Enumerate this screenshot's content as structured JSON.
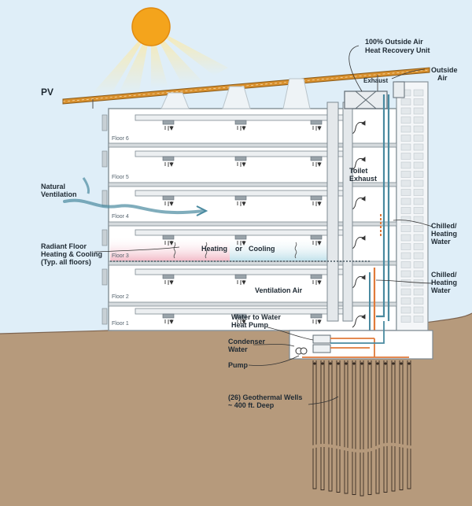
{
  "labels": {
    "pv": "PV",
    "hrv_line1": "100% Outside Air",
    "hrv_line2": "Heat Recovery Unit",
    "exhaust": "Exhaust",
    "outside_air_line1": "Outside",
    "outside_air_line2": "Air",
    "toilet_exhaust_line1": "Toilet",
    "toilet_exhaust_line2": "Exhaust",
    "natural_vent_line1": "Natural",
    "natural_vent_line2": "Ventilation",
    "chw1_line1": "Chilled/",
    "chw1_line2": "Heating",
    "chw1_line3": "Water",
    "radiant_line1": "Radiant Floor",
    "radiant_line2": "Heating & Cooling",
    "radiant_line3": "(Typ. all floors)",
    "heating": "Heating",
    "or": "or",
    "cooling": "Cooling",
    "chw2_line1": "Chilled/",
    "chw2_line2": "Heating",
    "chw2_line3": "Water",
    "ventilation_air": "Ventilation Air",
    "w2w_line1": "Water to Water",
    "w2w_line2": "Heat Pump",
    "condenser_line1": "Condenser",
    "condenser_line2": "Water",
    "pump": "Pump",
    "wells_line1": "(26) Geothermal Wells",
    "wells_line2": "~ 400 ft. Deep"
  },
  "floors": [
    "Floor 6",
    "Floor 5",
    "Floor 4",
    "Floor 3",
    "Floor 2",
    "Floor 1"
  ],
  "colors": {
    "sky": "#dfeef8",
    "ground": "#b69a7c",
    "sun": "#f4a41c",
    "pv_panel": "#d8902e",
    "hot_pipe": "#e07a3a",
    "cold_pipe": "#4a8aa0",
    "heating_zone": "#f2b9c6",
    "cooling_zone": "#bfe0ea"
  },
  "icons": [
    "sun-icon",
    "pv-panel-icon",
    "diffuser-icon",
    "airflow-arrow-icon",
    "heat-pump-icon",
    "pump-icon",
    "geothermal-well-icon"
  ]
}
